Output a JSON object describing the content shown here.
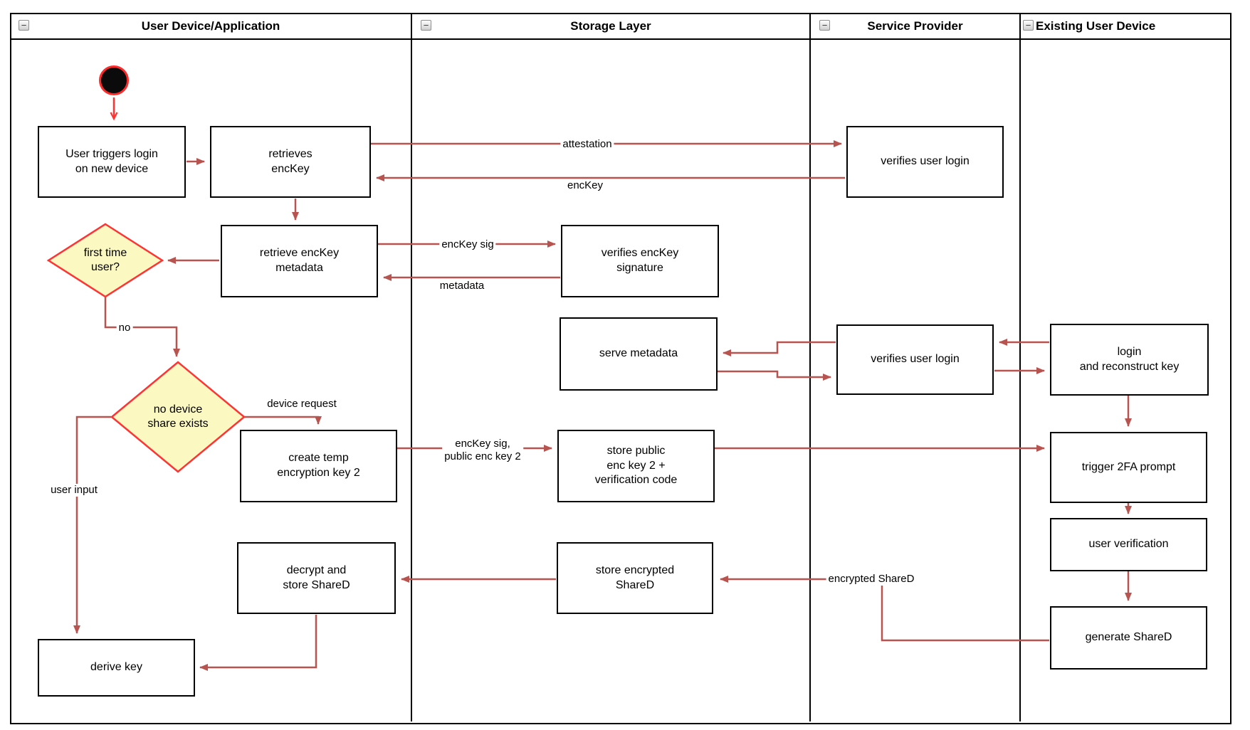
{
  "lanes": [
    {
      "label": "User Device/Application"
    },
    {
      "label": "Storage Layer"
    },
    {
      "label": "Service Provider"
    },
    {
      "label": "Existing User Device"
    }
  ],
  "ui": {
    "collapse_glyph": "−"
  },
  "nodes": {
    "user_triggers_login": {
      "label": "User triggers login\non new device"
    },
    "retrieves_enckey": {
      "label": "retrieves\nencKey"
    },
    "retrieve_enckey_metadata": {
      "label": "retrieve encKey\nmetadata"
    },
    "first_time_user": {
      "label": "first time\nuser?"
    },
    "no_device_share": {
      "label": "no device\nshare exists"
    },
    "create_temp_key": {
      "label": "create temp\nencryption key 2"
    },
    "decrypt_store_shared": {
      "label": "decrypt and\nstore ShareD"
    },
    "derive_key": {
      "label": "derive key"
    },
    "verifies_enckey_signature": {
      "label": "verifies encKey\nsignature"
    },
    "serve_metadata": {
      "label": "serve metadata"
    },
    "store_public_enc_key2": {
      "label": "store public\nenc key 2 +\nverification code"
    },
    "store_encrypted_shared": {
      "label": "store encrypted\nShareD"
    },
    "verifies_user_login_top": {
      "label": "verifies user login"
    },
    "verifies_user_login_mid": {
      "label": "verifies user login"
    },
    "login_and_reconstruct_key": {
      "label": "login\nand reconstruct key"
    },
    "trigger_2fa_prompt": {
      "label": "trigger 2FA prompt"
    },
    "user_verification": {
      "label": "user verification"
    },
    "generate_shared": {
      "label": "generate ShareD"
    }
  },
  "edge_labels": {
    "attestation": "attestation",
    "enckey": "encKey",
    "enckey_sig": "encKey sig",
    "metadata": "metadata",
    "no": "no",
    "device_request": "device request",
    "user_input": "user input",
    "enckey_sig_public_key2": "encKey sig,\npublic enc key 2",
    "encrypted_shared": "encrypted ShareD"
  },
  "colors": {
    "flow_line": "#B85450",
    "accent_red": "#FF3333",
    "decision_fill": "#FBF8C2",
    "shape_border": "#000000",
    "shape_fill": "#FFFFFF"
  }
}
